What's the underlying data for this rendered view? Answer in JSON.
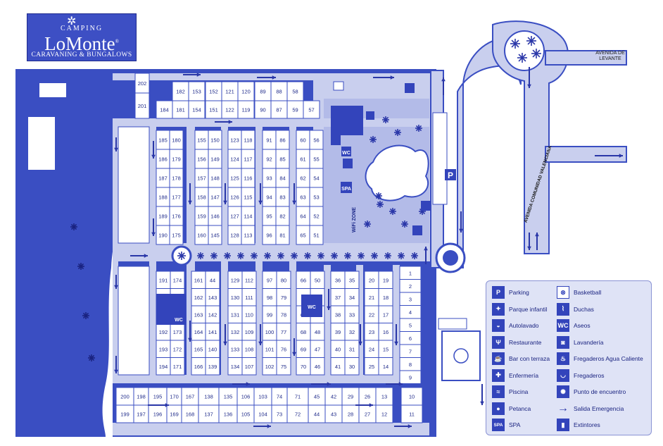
{
  "logo": {
    "camping": "CAMPING",
    "name": "LoMonte",
    "trademark": "®",
    "subtitle": "CARAVANING & BUNGALOWS"
  },
  "streets": {
    "avenida_levante": "AVENIDA DE LEVANTE",
    "avenida_comunidad": "AVENIDA COMUNIDAD VALENCIANA"
  },
  "facility_labels": {
    "wc": "WC",
    "spa": "SPA",
    "parking": "P",
    "wifi": "WiFi ZONE"
  },
  "legend": [
    {
      "icon": "parking-icon",
      "glyph": "P",
      "label": "Parking"
    },
    {
      "icon": "playground-icon",
      "glyph": "✦",
      "label": "Parque infantil"
    },
    {
      "icon": "car-wash-icon",
      "glyph": "◒",
      "label": "Autolavado"
    },
    {
      "icon": "restaurant-icon",
      "glyph": "Ψ",
      "label": "Restaurante"
    },
    {
      "icon": "bar-terrace-icon",
      "glyph": "☕",
      "label": "Bar con terraza"
    },
    {
      "icon": "first-aid-icon",
      "glyph": "✚",
      "label": "Enfermería"
    },
    {
      "icon": "pool-icon",
      "glyph": "≈",
      "label": "Piscina"
    },
    {
      "icon": "petanque-icon",
      "glyph": "●",
      "label": "Petanca"
    },
    {
      "icon": "spa-icon",
      "glyph": "SPA",
      "label": "SPA"
    },
    {
      "icon": "basketball-icon",
      "glyph": "⊗",
      "label": "Basketball"
    },
    {
      "icon": "shower-icon",
      "glyph": "⌇",
      "label": "Duchas"
    },
    {
      "icon": "toilets-icon",
      "glyph": "WC",
      "label": "Aseos"
    },
    {
      "icon": "laundry-icon",
      "glyph": "◙",
      "label": "Lavandería"
    },
    {
      "icon": "hot-water-sink-icon",
      "glyph": "♨",
      "label": "Fregaderos Agua Caliente"
    },
    {
      "icon": "sink-icon",
      "glyph": "◡",
      "label": "Fregaderos"
    },
    {
      "icon": "meeting-point-icon",
      "glyph": "✺",
      "label": "Punto de encuentro"
    },
    {
      "icon": "emergency-exit-icon",
      "glyph": "→",
      "label": "Salida Emergencia"
    },
    {
      "icon": "extinguisher-icon",
      "glyph": "▮",
      "label": "Extintores"
    }
  ],
  "plot_columns": [
    {
      "id": "top-row-a",
      "top": [
        "182",
        "153",
        "152",
        "121",
        "120",
        "89",
        "88",
        "58"
      ],
      "bottom": [
        "184",
        "181",
        "154",
        "151",
        "122",
        "119",
        "90",
        "87",
        "59",
        "57"
      ]
    },
    {
      "id": "left-top",
      "pairs": [
        [
          "202"
        ],
        [
          "201"
        ]
      ]
    },
    {
      "id": "col1-north",
      "cells": [
        [
          "185",
          "180"
        ],
        [
          "186",
          "179"
        ],
        [
          "187",
          "178"
        ],
        [
          "188",
          "177"
        ],
        [
          "189",
          "176"
        ],
        [
          "190",
          "175"
        ]
      ]
    },
    {
      "id": "col2-north",
      "cells": [
        [
          "155",
          "150"
        ],
        [
          "156",
          "149"
        ],
        [
          "157",
          "148"
        ],
        [
          "158",
          "147"
        ],
        [
          "159",
          "146"
        ],
        [
          "160",
          "145"
        ]
      ]
    },
    {
      "id": "col3-north",
      "cells": [
        [
          "123",
          "118"
        ],
        [
          "124",
          "117"
        ],
        [
          "125",
          "116"
        ],
        [
          "126",
          "115"
        ],
        [
          "127",
          "114"
        ],
        [
          "128",
          "113"
        ]
      ]
    },
    {
      "id": "col4-north",
      "cells": [
        [
          "91",
          "86"
        ],
        [
          "92",
          "85"
        ],
        [
          "93",
          "84"
        ],
        [
          "94",
          "83"
        ],
        [
          "95",
          "82"
        ],
        [
          "96",
          "81"
        ]
      ]
    },
    {
      "id": "col5-north",
      "cells": [
        [
          "60",
          "56"
        ],
        [
          "61",
          "55"
        ],
        [
          "62",
          "54"
        ],
        [
          "63",
          "53"
        ],
        [
          "64",
          "52"
        ],
        [
          "65",
          "51"
        ]
      ]
    },
    {
      "id": "col1-south",
      "cells": [
        [
          "191",
          "174"
        ],
        [
          "",
          ""
        ],
        [
          "",
          ""
        ],
        [
          "192",
          "173"
        ],
        [
          "193",
          "172"
        ],
        [
          "194",
          "171"
        ]
      ]
    },
    {
      "id": "col2-south",
      "cells": [
        [
          "161",
          "44"
        ],
        [
          "162",
          "143"
        ],
        [
          "163",
          "142"
        ],
        [
          "164",
          "141"
        ],
        [
          "165",
          "140"
        ],
        [
          "166",
          "139"
        ]
      ]
    },
    {
      "id": "col3-south",
      "cells": [
        [
          "129",
          "112"
        ],
        [
          "130",
          "111"
        ],
        [
          "131",
          "110"
        ],
        [
          "132",
          "109"
        ],
        [
          "133",
          "108"
        ],
        [
          "134",
          "107"
        ]
      ]
    },
    {
      "id": "col4-south",
      "cells": [
        [
          "97",
          "80"
        ],
        [
          "98",
          "79"
        ],
        [
          "99",
          "78"
        ],
        [
          "100",
          "77"
        ],
        [
          "101",
          "76"
        ],
        [
          "102",
          "75"
        ]
      ]
    },
    {
      "id": "col5-south",
      "cells": [
        [
          "66",
          "50"
        ],
        [
          "",
          ""
        ],
        [
          "67",
          "49"
        ],
        [
          "68",
          "48"
        ],
        [
          "69",
          "47"
        ],
        [
          "70",
          "46"
        ]
      ]
    },
    {
      "id": "col6-south",
      "cells": [
        [
          "36",
          "35"
        ],
        [
          "37",
          "34"
        ],
        [
          "38",
          "33"
        ],
        [
          "39",
          "32"
        ],
        [
          "40",
          "31"
        ],
        [
          "41",
          "30"
        ]
      ]
    },
    {
      "id": "col7-south",
      "cells": [
        [
          "20",
          "19"
        ],
        [
          "21",
          "18"
        ],
        [
          "22",
          "17"
        ],
        [
          "23",
          "16"
        ],
        [
          "24",
          "15"
        ],
        [
          "25",
          "14"
        ]
      ]
    },
    {
      "id": "col-east",
      "cells": [
        "1",
        "2",
        "3",
        "4",
        "5",
        "6",
        "7",
        "8",
        "9"
      ]
    },
    {
      "id": "bottom-top",
      "cells": [
        "200",
        "198",
        "195",
        "170",
        "167",
        "138",
        "135",
        "106",
        "103",
        "74",
        "71",
        "45",
        "42",
        "29",
        "26",
        "13",
        "10"
      ]
    },
    {
      "id": "bottom-bottom",
      "cells": [
        "199",
        "197",
        "196",
        "169",
        "168",
        "137",
        "136",
        "105",
        "104",
        "73",
        "72",
        "44",
        "43",
        "28",
        "27",
        "12",
        "11"
      ]
    }
  ]
}
